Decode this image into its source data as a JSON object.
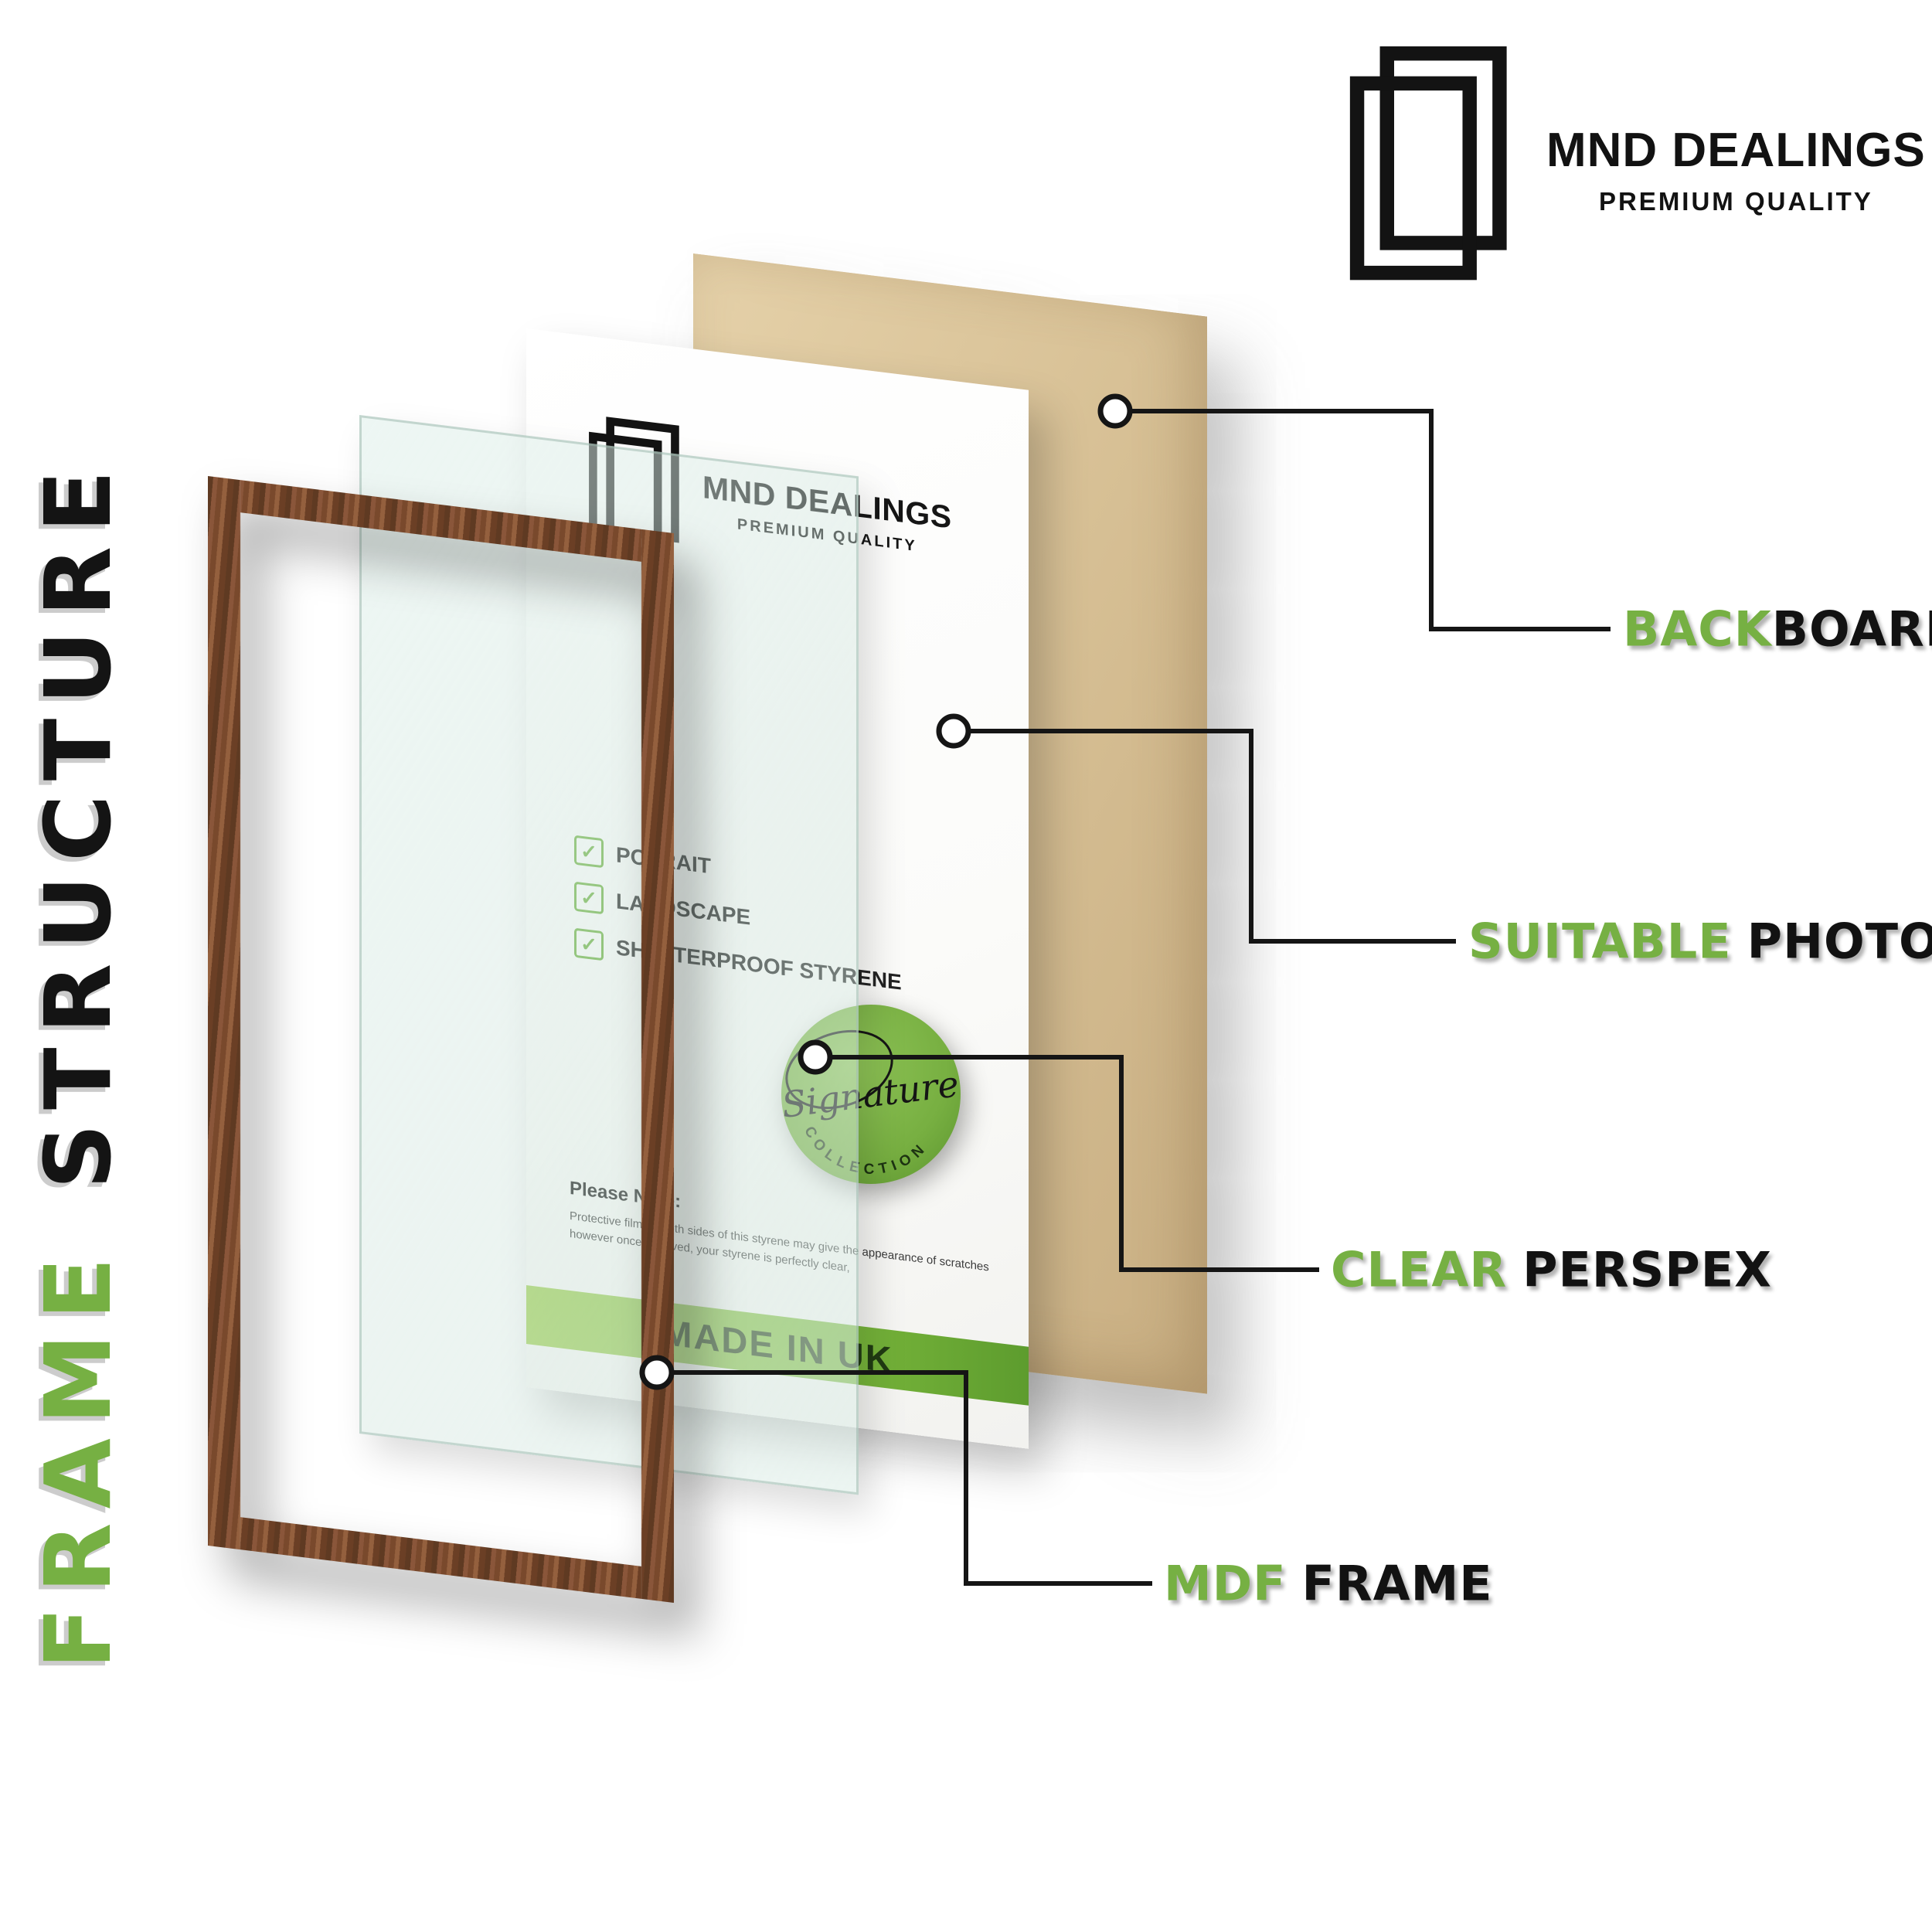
{
  "side_title": {
    "word_green": "FRAME",
    "word_black": "STRUCTURE"
  },
  "brand": {
    "name": "MND DEALINGS",
    "tagline": "PREMIUM QUALITY"
  },
  "insert": {
    "brand_name": "MND DEALINGS",
    "brand_tagline": "PREMIUM QUALITY",
    "check_glyph": "✓",
    "checklist": [
      "POTRAIT",
      "LANDSCAPE",
      "SHATTERPROOF STYRENE"
    ],
    "note_title": "Please Note:",
    "note_body": "Protective film on both sides of this styrene may give the appearance of scratches however once removed, your styrene is perfectly clear,",
    "banner": "MADE IN UK",
    "badge_script": "Signature",
    "badge_arc": "COLLECTION"
  },
  "labels": [
    {
      "green": "BACK",
      "black": "BOARD"
    },
    {
      "green": "SUITABLE",
      "black": "PHOTO"
    },
    {
      "green": "CLEAR",
      "black": "PERSPEX"
    },
    {
      "green": "MDF",
      "black": "FRAME"
    }
  ],
  "colors": {
    "accent_green": "#76b043",
    "wood_brown": "#7a4a2e",
    "backboard_tan": "#d8c196",
    "banner_green": "#7fbc3e"
  }
}
